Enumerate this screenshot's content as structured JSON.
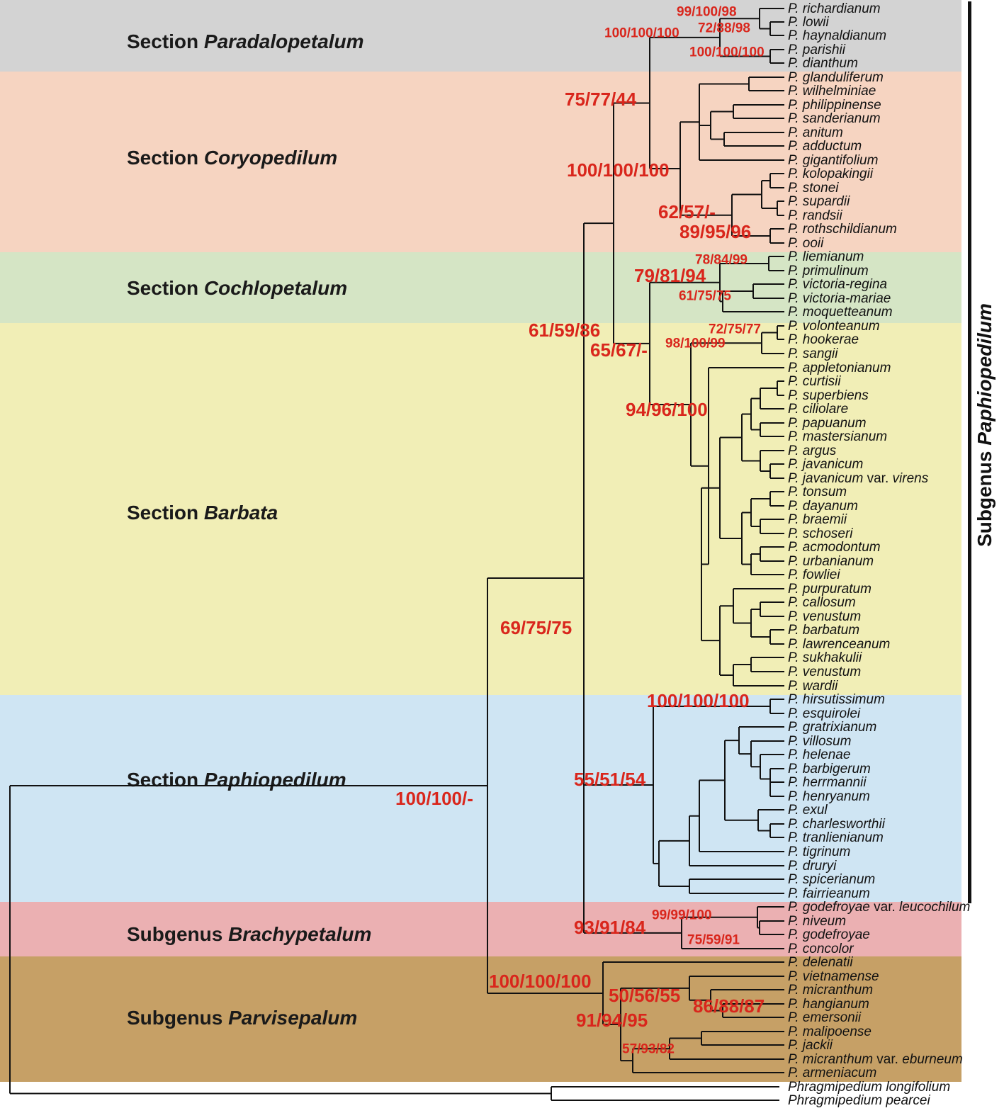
{
  "bands": [
    {
      "prefix": "Section ",
      "name": "Paradalopetalum",
      "color": "#d3d3d3"
    },
    {
      "prefix": "Section ",
      "name": "Coryopedilum",
      "color": "#f6d4c1"
    },
    {
      "prefix": "Section ",
      "name": "Cochlopetalum",
      "color": "#d5e5c5"
    },
    {
      "prefix": "Section ",
      "name": "Barbata",
      "color": "#f1eeb6"
    },
    {
      "prefix": "Section ",
      "name": "Paphiopedilum",
      "color": "#cfe5f3"
    },
    {
      "prefix": "Subgenus ",
      "name": "Brachypetalum",
      "color": "#ebb0b2"
    },
    {
      "prefix": "Subgenus ",
      "name": "Parvisepalum",
      "color": "#c6a066"
    }
  ],
  "subgenus_label": {
    "prefix": "Subgenus ",
    "name": "Paphiopedilum"
  },
  "tips": [
    {
      "n": "P. richardianum"
    },
    {
      "n": "P. lowii"
    },
    {
      "n": "P. haynaldianum"
    },
    {
      "n": "P. parishii"
    },
    {
      "n": "P. dianthum"
    },
    {
      "n": "P. glanduliferum"
    },
    {
      "n": "P. wilhelminiae"
    },
    {
      "n": "P. philippinense"
    },
    {
      "n": "P. sanderianum"
    },
    {
      "n": "P. anitum"
    },
    {
      "n": "P. adductum"
    },
    {
      "n": "P. gigantifolium"
    },
    {
      "n": "P. kolopakingii"
    },
    {
      "n": "P. stonei"
    },
    {
      "n": "P. supardii"
    },
    {
      "n": "P. randsii"
    },
    {
      "n": "P. rothschildianum"
    },
    {
      "n": "P. ooii"
    },
    {
      "n": "P. liemianum"
    },
    {
      "n": "P. primulinum"
    },
    {
      "n": "P. victoria-regina"
    },
    {
      "n": "P. victoria-mariae"
    },
    {
      "n": "P. moquetteanum"
    },
    {
      "n": "P. volonteanum"
    },
    {
      "n": "P. hookerae"
    },
    {
      "n": "P. sangii"
    },
    {
      "n": "P. appletonianum"
    },
    {
      "n": "P. curtisii"
    },
    {
      "n": "P. superbiens"
    },
    {
      "n": "P. ciliolare"
    },
    {
      "n": "P. papuanum"
    },
    {
      "n": "P. mastersianum"
    },
    {
      "n": "P. argus"
    },
    {
      "n": "P. javanicum"
    },
    {
      "n": "P. javanicum",
      "v": " var. ",
      "s": "virens"
    },
    {
      "n": "P. tonsum"
    },
    {
      "n": "P. dayanum"
    },
    {
      "n": "P. braemii"
    },
    {
      "n": "P. schoseri"
    },
    {
      "n": "P. acmodontum"
    },
    {
      "n": "P. urbanianum"
    },
    {
      "n": "P. fowliei"
    },
    {
      "n": "P. purpuratum"
    },
    {
      "n": "P. callosum"
    },
    {
      "n": "P. venustum"
    },
    {
      "n": "P. barbatum"
    },
    {
      "n": "P. lawrenceanum"
    },
    {
      "n": "P. sukhakulii"
    },
    {
      "n": "P. venustum"
    },
    {
      "n": "P. wardii"
    },
    {
      "n": "P. hirsutissimum"
    },
    {
      "n": "P. esquirolei"
    },
    {
      "n": "P. gratrixianum"
    },
    {
      "n": "P. villosum"
    },
    {
      "n": "P. helenae"
    },
    {
      "n": "P. barbigerum"
    },
    {
      "n": "P. herrmannii"
    },
    {
      "n": "P. henryanum"
    },
    {
      "n": "P. exul"
    },
    {
      "n": "P. charlesworthii"
    },
    {
      "n": "P. tranlienianum"
    },
    {
      "n": "P. tigrinum"
    },
    {
      "n": "P. druryi"
    },
    {
      "n": "P. spicerianum"
    },
    {
      "n": "P. fairrieanum"
    },
    {
      "n": "P. godefroyae",
      "v": " var. ",
      "s": "leucochilum"
    },
    {
      "n": "P. niveum"
    },
    {
      "n": "P. godefroyae"
    },
    {
      "n": "P. concolor"
    },
    {
      "n": "P. delenatii"
    },
    {
      "n": "P. vietnamense"
    },
    {
      "n": "P. micranthum"
    },
    {
      "n": "P. hangianum"
    },
    {
      "n": "P. emersonii"
    },
    {
      "n": "P. malipoense"
    },
    {
      "n": "P. jackii"
    },
    {
      "n": "P. micranthum",
      "v": " var. ",
      "s": "eburneum"
    },
    {
      "n": "P. armeniacum"
    },
    {
      "n": "Phragmipedium longifolium"
    },
    {
      "n": "Phragmipedium pearcei"
    }
  ],
  "supports": [
    "99/100/98",
    "72/88/98",
    "100/100/100",
    "100/100/100",
    "75/77/44",
    "100/100/100",
    "62/57/-",
    "89/95/96",
    "78/84/99",
    "79/81/94",
    "61/75/75",
    "72/75/77",
    "98/100/99",
    "61/59/86",
    "65/67/-",
    "94/96/100",
    "69/75/75",
    "100/100/100",
    "55/51/54",
    "100/100/-",
    "99/99/100",
    "93/91/84",
    "75/59/91",
    "100/100/100",
    "50/56/55",
    "86/88/87",
    "91/94/95",
    "57/93/82"
  ]
}
